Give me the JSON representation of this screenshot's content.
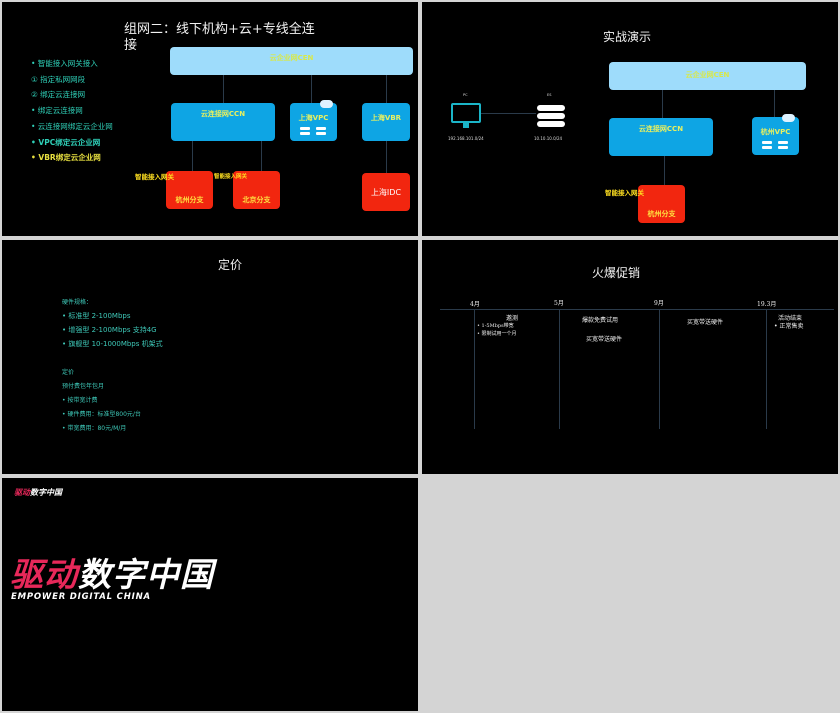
{
  "slide1": {
    "title_line1": "组网二：线下机构+云+专线全连",
    "title_line2": "接",
    "bullets": [
      "•  智能接入网关接入",
      "① 指定私网网段",
      "② 绑定云连接网",
      "•  绑定云连接网",
      "•  云连接网绑定云企业网",
      "•  VPC绑定云企业网",
      "•  VBR绑定云企业网"
    ],
    "cen": "云企业网CEN",
    "ccn": "云连接网CCN",
    "vpc": "上海VPC",
    "vbr": "上海VBR",
    "gateway": "智能接入网关",
    "branch1": "杭州分支",
    "branch2": "北京分支",
    "idc": "上海IDC"
  },
  "slide2": {
    "title": "实战演示",
    "pc_label": "PC",
    "pc_ip": "192.168.101.0/24",
    "es_label": "ES",
    "es_ip": "10.10.10.0/24",
    "cen": "云企业网CEN",
    "ccn": "云连接网CCN",
    "vpc": "杭州VPC",
    "gateway": "智能接入网关",
    "branch": "杭州分支"
  },
  "slide3": {
    "title": "定价",
    "lines": [
      "硬件规格：",
      "•  标准型 2-100Mbps",
      "•  增强型 2-100Mbps    支持4G",
      "•  旗舰型 10-1000Mbps  机架式",
      "定价",
      "预付费包年包月",
      "•  按带宽计费",
      "•  硬件费用：标准型800元/台",
      "•  带宽费用：80元/M/月"
    ]
  },
  "slide4": {
    "title": "火爆促销",
    "milestones": [
      {
        "date": "4月",
        "heading": "邀测",
        "bullets": [
          "1-5Mbps带宽",
          "限制试用一个月"
        ]
      },
      {
        "date": "5月",
        "heading": "爆款免费试用",
        "bullets": [],
        "extra": "买宽带送硬件"
      },
      {
        "date": "9月",
        "heading": "买宽带送硬件",
        "bullets": []
      },
      {
        "date": "19.3月",
        "heading": "活动结束",
        "bullets": [
          "正常售卖"
        ]
      }
    ]
  },
  "slide5": {
    "logo_small_red": "驱动",
    "logo_small_white": "数字中国",
    "logo_red": "驱动",
    "logo_white": "数字中国",
    "tagline": "EMPOWER DIGITAL CHINA"
  },
  "colors": {
    "cen": "#9edcfb",
    "ccn": "#0ea5e4",
    "branch": "#f2260f",
    "text_teal": "#2fd0b8",
    "gateway": "#ffe020",
    "logo_red": "#e8285a"
  }
}
